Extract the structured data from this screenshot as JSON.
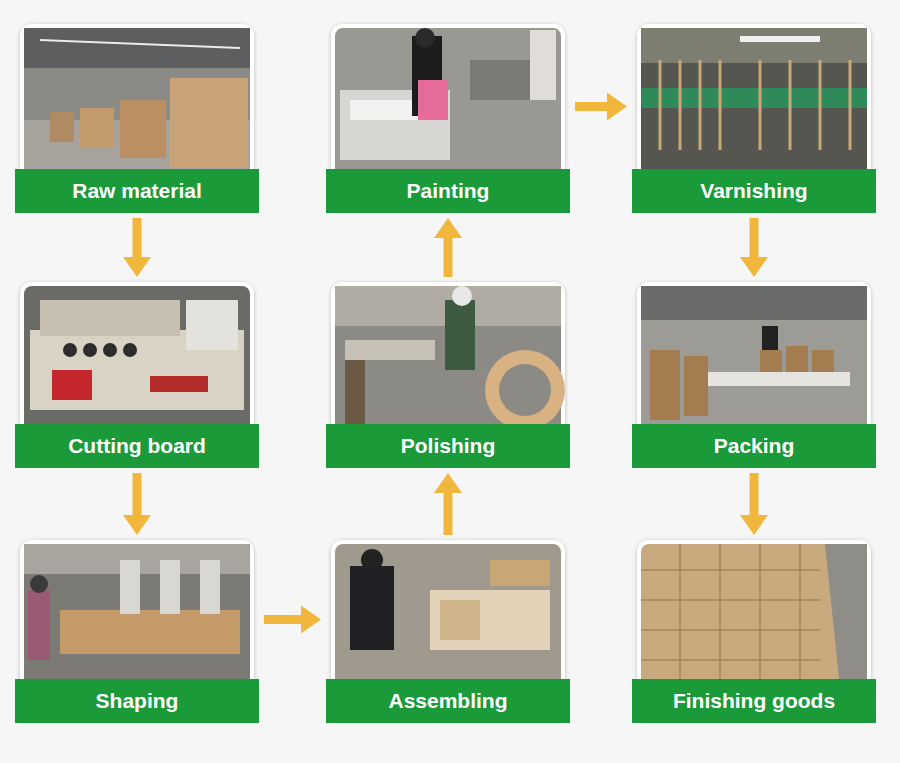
{
  "diagram": {
    "nodes": [
      {
        "text": [
          "Raw material"
        ]
      },
      {
        "text": [
          "Painting"
        ]
      },
      {
        "text": [
          "Varnishing"
        ]
      },
      {
        "text": [
          "Cutting board"
        ]
      },
      {
        "text": [
          "Polishing"
        ]
      },
      {
        "text": [
          "Packing"
        ]
      },
      {
        "text": [
          "Shaping"
        ]
      },
      {
        "text": [
          "Assembling"
        ]
      },
      {
        "text": [
          "Finishing goods"
        ]
      }
    ],
    "edges": [
      {
        "from": 0,
        "to": 3,
        "arrow": "to"
      },
      {
        "from": 3,
        "to": 6,
        "arrow": "to"
      },
      {
        "from": 6,
        "to": 7,
        "arrow": "to"
      },
      {
        "from": 7,
        "to": 4,
        "arrow": "to"
      },
      {
        "from": 4,
        "to": 1,
        "arrow": "to"
      },
      {
        "from": 1,
        "to": 2,
        "arrow": "to"
      },
      {
        "from": 2,
        "to": 5,
        "arrow": "to"
      },
      {
        "from": 5,
        "to": 8,
        "arrow": "to"
      }
    ]
  }
}
